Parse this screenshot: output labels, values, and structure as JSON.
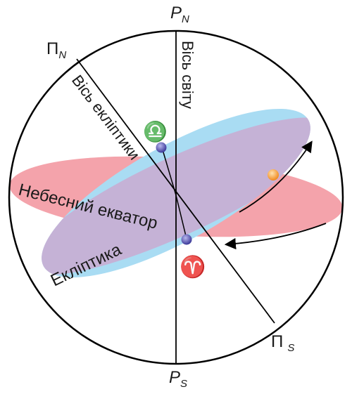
{
  "colors": {
    "equator_fill": "#f4a3ab",
    "ecliptic_fill": "#a9dcf3",
    "overlap_fill": "#c5b2d6",
    "outline": "#000000",
    "point_color": "#4b4aa8",
    "sun_color": "#f28a1e"
  },
  "labels": {
    "north_pole": {
      "main": "P",
      "sub": "N"
    },
    "south_pole": {
      "main": "P",
      "sub": "S"
    },
    "ecliptic_north": {
      "main": "Π",
      "sub": "N"
    },
    "ecliptic_south": {
      "main": "Π",
      "sub": "S"
    },
    "world_axis": "Вісь світу",
    "ecliptic_axis": "Вісь екліптики",
    "celestial_equator": "Небесний екватор",
    "ecliptic": "Екліптика",
    "vernal_equinox_symbol": "♈",
    "autumnal_equinox_symbol": "♎"
  },
  "icons": {
    "sun": "sun-icon",
    "motion_arrow_ecliptic": "arrow-icon",
    "motion_arrow_equator": "arrow-icon"
  }
}
